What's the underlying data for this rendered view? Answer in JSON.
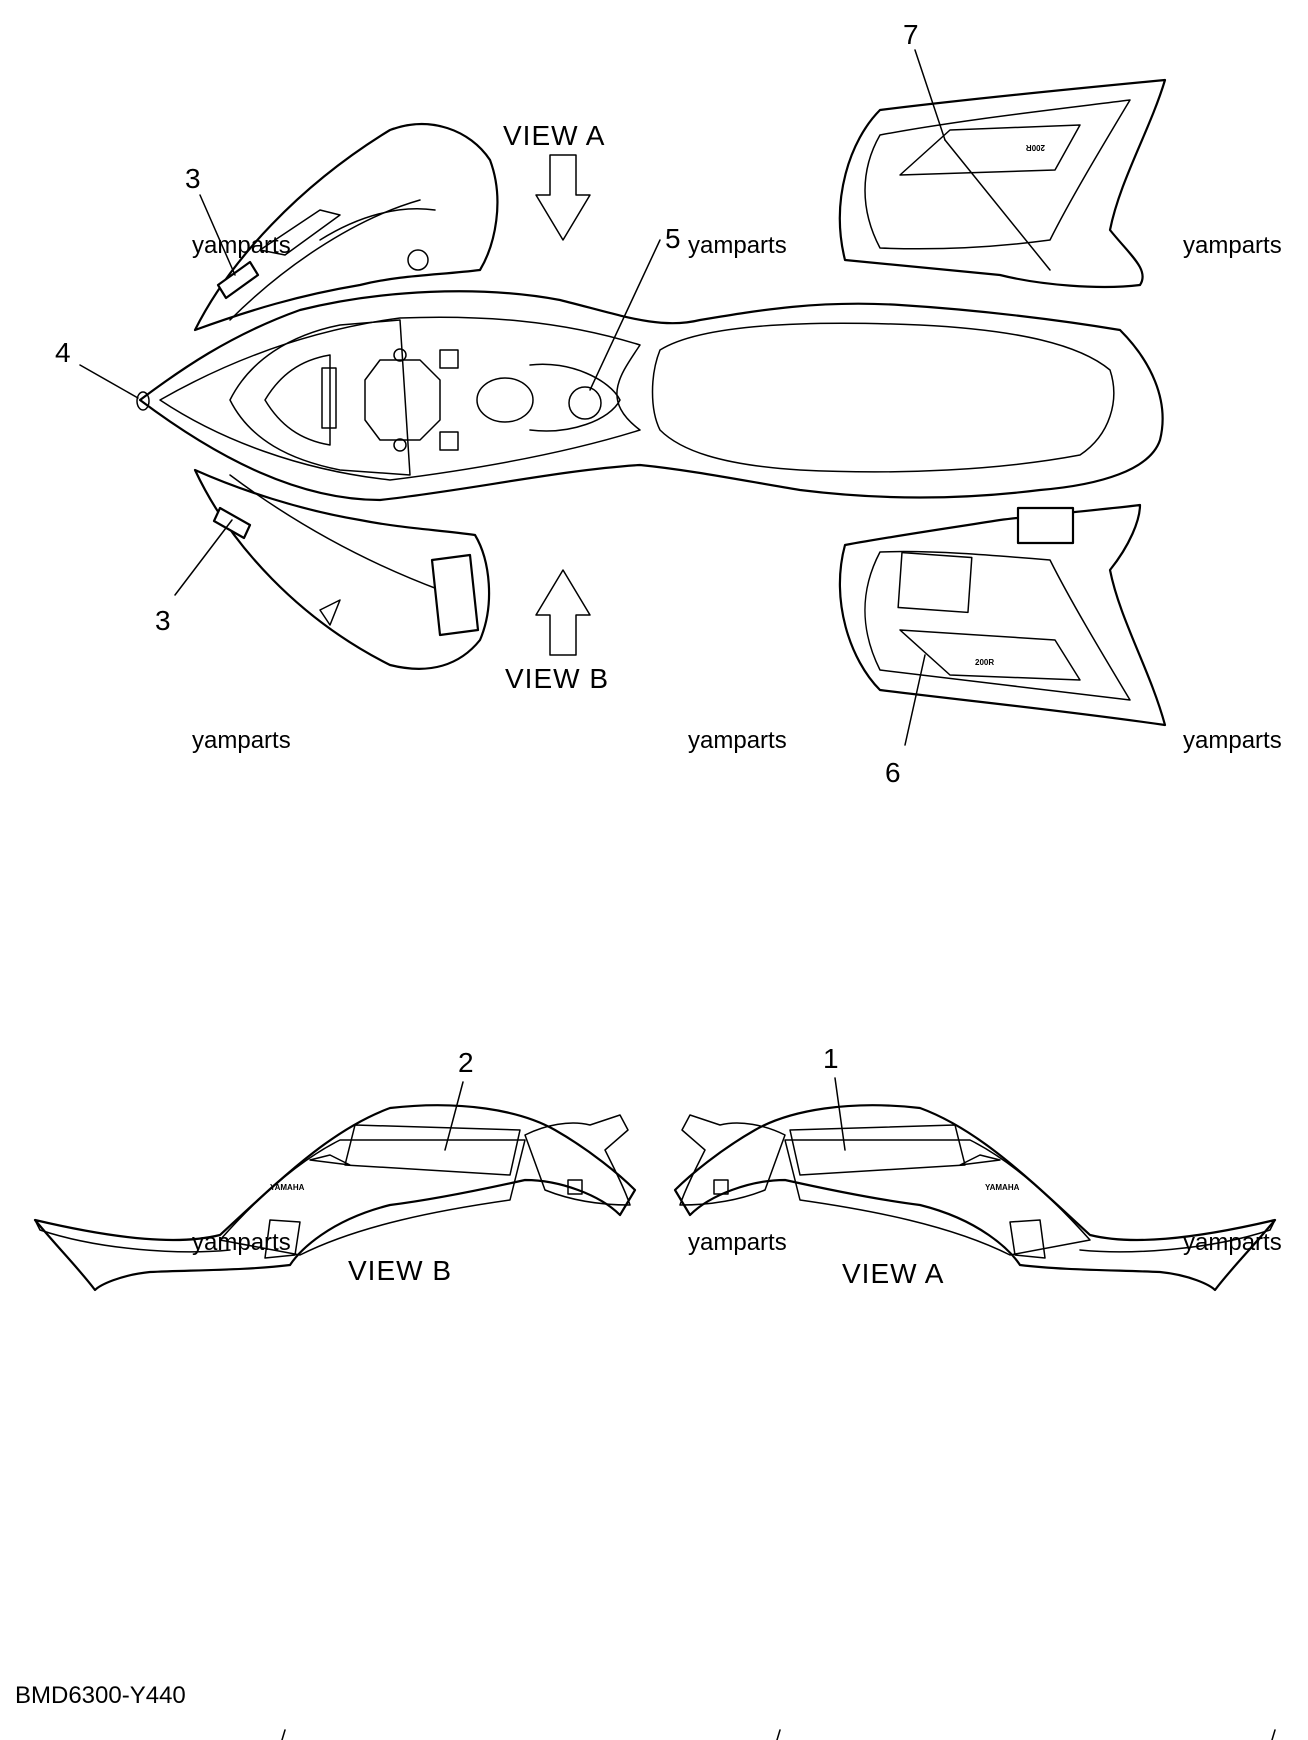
{
  "view_labels": {
    "view_a_top": "VIEW A",
    "view_b_top": "VIEW B",
    "view_a_bottom": "VIEW A",
    "view_b_bottom": "VIEW B"
  },
  "callouts": {
    "c1": "1",
    "c2": "2",
    "c3_upper": "3",
    "c3_lower": "3",
    "c4": "4",
    "c5": "5",
    "c6": "6",
    "c7": "7"
  },
  "watermark": "yamparts",
  "diagram_code": "BMD6300-Y440",
  "decal_text": {
    "brand": "YAMAHA"
  }
}
